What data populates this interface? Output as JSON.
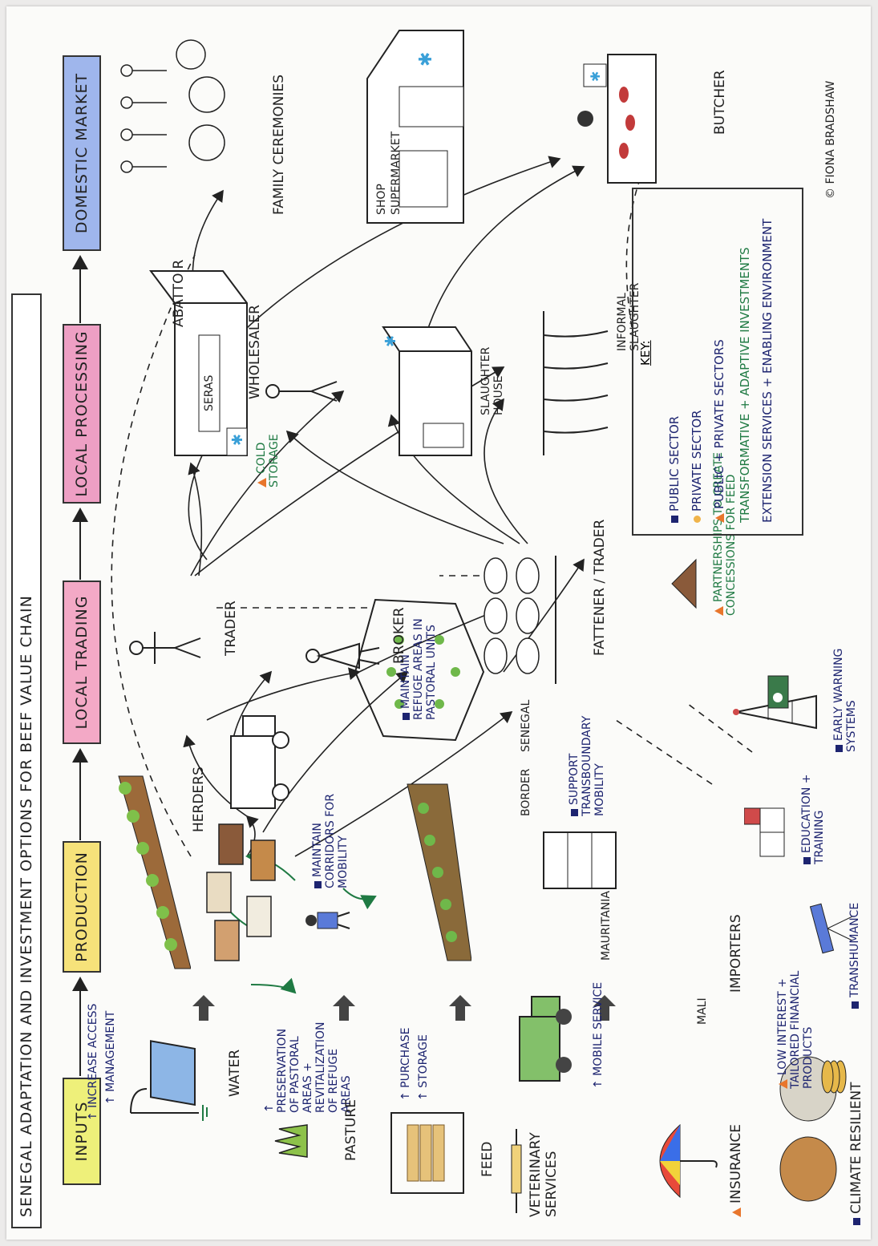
{
  "title": "SENEGAL ADAPTATION AND INVESTMENT OPTIONS FOR BEEF VALUE CHAIN",
  "stages": [
    "INPUTS",
    "PRODUCTION",
    "LOCAL TRADING",
    "LOCAL PROCESSING",
    "DOMESTIC MARKET"
  ],
  "inputs": {
    "water": "WATER",
    "water_note_1": "↑ INCREASE ACCESS",
    "water_note_2": "↑ MANAGEMENT",
    "pasture": "PASTURE",
    "pasture_note": "↑ PRESERVATION OF PASTORAL AREAS + REVITALIZATION OF REFUGE AREAS",
    "feed": "FEED",
    "feed_note_1": "↑ PURCHASE",
    "feed_note_2": "↑ STORAGE",
    "vet": "VETERINARY SERVICES",
    "vet_note": "↑ MOBILE SERVICE",
    "insurance": "INSURANCE",
    "climate": "CLIMATE RESILIENT"
  },
  "production": {
    "herders": "HERDERS",
    "corridors": "MAINTAIN CORRIDORS FOR MOBILITY",
    "refuge": "MAINTAIN REFUGE AREAS IN PASTORAL UNITS",
    "border": "BORDER",
    "transboundary": "SUPPORT TRANSBOUNDARY MOBILITY",
    "importers": "IMPORTERS",
    "finance": "LOW INTEREST + TAILORED FINANCIAL PRODUCTS",
    "education": "EDUCATION + TRAINING",
    "transhumance": "TRANSHUMANCE",
    "early_warning": "EARLY WARNING SYSTEMS",
    "mauritania": "MAURITANIA",
    "senegal": "SENEGAL",
    "mali": "MALI"
  },
  "trading": {
    "trader": "TRADER",
    "broker": "BROKER",
    "fattener": "FATTENER / TRADER",
    "partnerships": "PARTNERSHIPS TO CREATE CONCESSIONS FOR FEED"
  },
  "processing": {
    "abattoir": "ABATTOIR",
    "sign": "SERAS",
    "cold": "COLD STORAGE",
    "wholesaler": "WHOLESALER",
    "slaughter_house": "SLAUGHTER HOUSE",
    "informal": "INFORMAL SLAUGHTER"
  },
  "market": {
    "ceremonies": "FAMILY CEREMONIES",
    "shop": "SHOP",
    "supermarket": "SUPERMARKET",
    "butcher": "BUTCHER"
  },
  "key": {
    "title": "KEY:",
    "public": "PUBLIC SECTOR",
    "private": "PRIVATE SECTOR",
    "public_private": "PUBLIC + PRIVATE SECTORS",
    "transformative": "TRANSFORMATIVE + ADAPTIVE INVESTMENTS",
    "extension": "EXTENSION SERVICES + ENABLING ENVIRONMENT"
  },
  "credit": "© FIONA BRADSHAW",
  "colors": {
    "inputs": "#eef07a",
    "production": "#f6e27a",
    "trading": "#f3a9c6",
    "processing": "#ee9fc4",
    "market": "#9fb6ec",
    "navy": "#1d2470",
    "green": "#1f7a43",
    "orange": "#e8762c"
  }
}
